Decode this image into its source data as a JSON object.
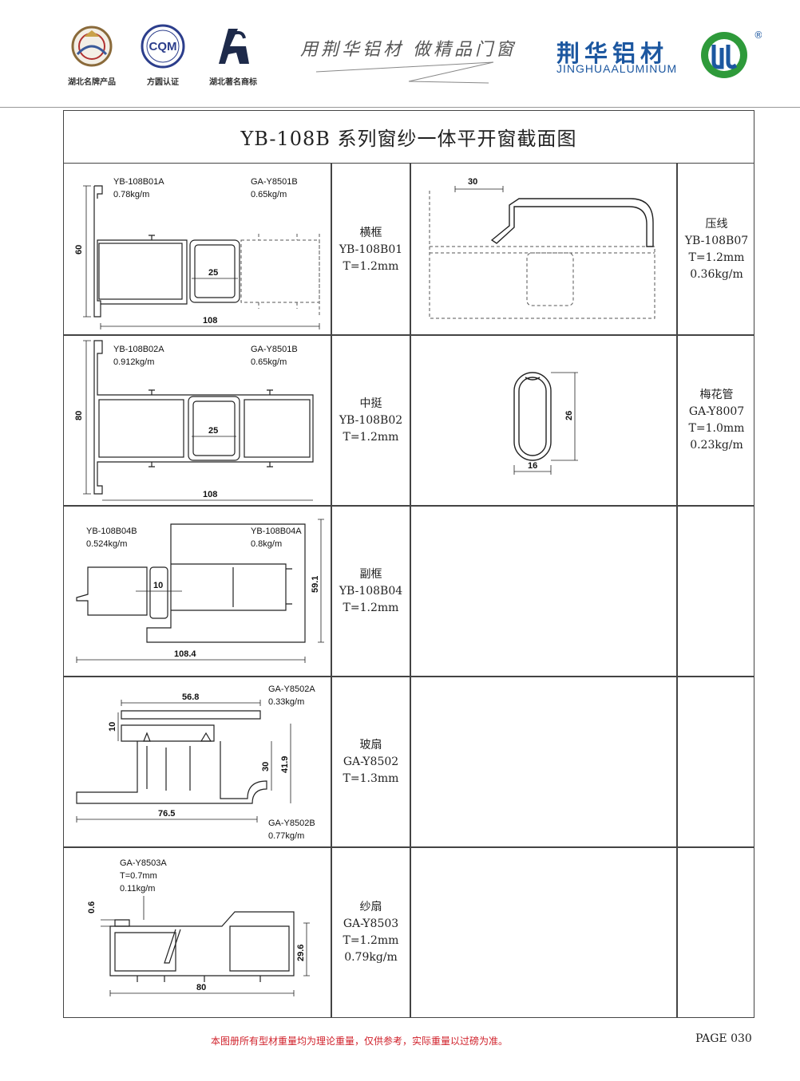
{
  "header": {
    "badges": [
      {
        "caption": "湖北名牌产品",
        "icon": "emblem-icon"
      },
      {
        "caption": "方圆认证",
        "icon": "cqm-icon",
        "mark": "CQM"
      },
      {
        "caption": "湖北著名商标",
        "icon": "trademark-icon"
      }
    ],
    "slogan": "用荆华铝材  做精品门窗",
    "brand_cn": "荆华铝材",
    "brand_en": "JINGHUAALUMINUM",
    "registered_mark": "®",
    "brand_color": "#1c57a0",
    "logo_color": "#2e9a3a"
  },
  "title": "YB-108B 系列窗纱一体平开窗截面图",
  "rows": [
    {
      "left": {
        "part_a": {
          "code": "YB-108B01A",
          "weight": "0.78kg/m"
        },
        "part_b": {
          "code": "GA-Y8501B",
          "weight": "0.65kg/m"
        },
        "dims": [
          "60",
          "25",
          "108"
        ],
        "label": [
          "横框",
          "YB-108B01",
          "T=1.2mm"
        ]
      },
      "right": {
        "dims": [
          "30"
        ],
        "label": [
          "压线",
          "YB-108B07",
          "T=1.2mm",
          "0.36kg/m"
        ]
      }
    },
    {
      "left": {
        "part_a": {
          "code": "YB-108B02A",
          "weight": "0.912kg/m"
        },
        "part_b": {
          "code": "GA-Y8501B",
          "weight": "0.65kg/m"
        },
        "dims": [
          "80",
          "25",
          "108"
        ],
        "label": [
          "中挺",
          "YB-108B02",
          "T=1.2mm"
        ]
      },
      "right": {
        "dims": [
          "26",
          "16"
        ],
        "label": [
          "梅花管",
          "GA-Y8007",
          "T=1.0mm",
          "0.23kg/m"
        ]
      }
    },
    {
      "left": {
        "part_a": {
          "code": "YB-108B04B",
          "weight": "0.524kg/m"
        },
        "part_b": {
          "code": "YB-108B04A",
          "weight": "0.8kg/m"
        },
        "dims": [
          "10",
          "59.1",
          "108.4"
        ],
        "label": [
          "副框",
          "YB-108B04",
          "T=1.2mm"
        ]
      }
    },
    {
      "left": {
        "part_a": {
          "code": "GA-Y8502A",
          "weight": "0.33kg/m"
        },
        "part_b": {
          "code": "GA-Y8502B",
          "weight": "0.77kg/m"
        },
        "dims": [
          "56.8",
          "10",
          "30",
          "41.9",
          "76.5"
        ],
        "label": [
          "玻扇",
          "GA-Y8502",
          "T=1.3mm"
        ]
      }
    },
    {
      "left": {
        "part_a": {
          "code": "GA-Y8503A",
          "thickness": "T=0.7mm",
          "weight": "0.11kg/m"
        },
        "dims": [
          "0.6",
          "29.6",
          "80"
        ],
        "label": [
          "纱扇",
          "GA-Y8503",
          "T=1.2mm",
          "0.79kg/m"
        ]
      }
    }
  ],
  "footer": {
    "note": "本图册所有型材重量均为理论重量，仅供参考，实际重量以过磅为准。",
    "note_color": "#d0202a",
    "page": "PAGE 030"
  }
}
